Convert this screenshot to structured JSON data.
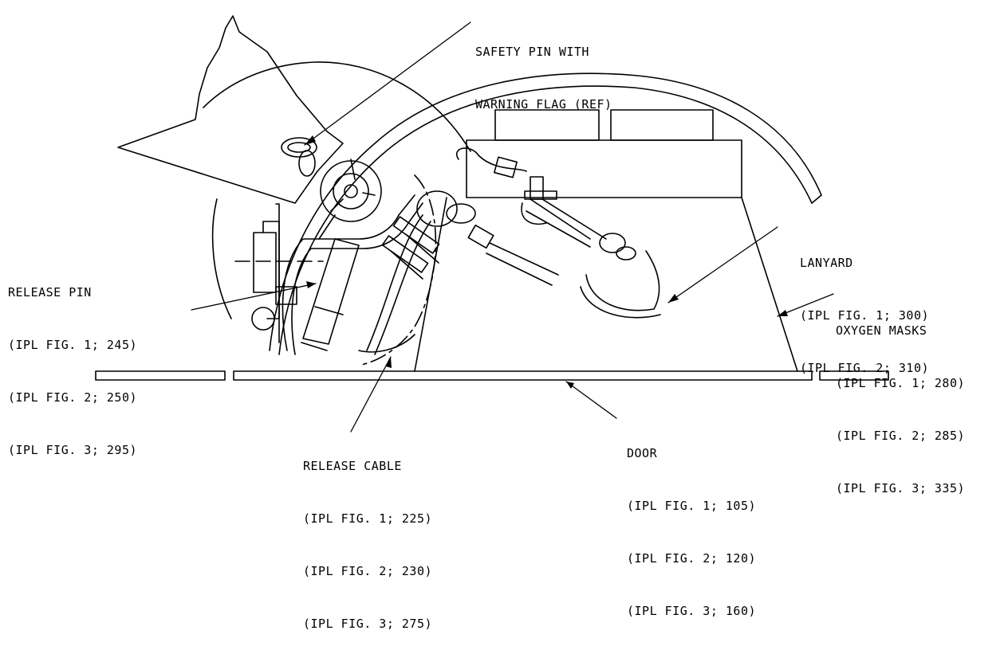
{
  "labels": {
    "safety_pin": [
      "SAFETY PIN WITH",
      "WARNING FLAG (REF)"
    ],
    "release_pin": [
      "RELEASE PIN",
      "(IPL FIG. 1; 245)",
      "(IPL FIG. 2; 250)",
      "(IPL FIG. 3; 295)"
    ],
    "lanyard": [
      "LANYARD",
      "(IPL FIG. 1; 300)",
      "(IPL FIG. 2; 310)"
    ],
    "oxygen_masks": [
      "OXYGEN MASKS",
      "(IPL FIG. 1; 280)",
      "(IPL FIG. 2; 285)",
      "(IPL FIG. 3; 335)"
    ],
    "release_cable": [
      "RELEASE CABLE",
      "(IPL FIG. 1; 225)",
      "(IPL FIG. 2; 230)",
      "(IPL FIG. 3; 275)"
    ],
    "door": [
      "DOOR",
      "(IPL FIG. 1; 105)",
      "(IPL FIG. 2; 120)",
      "(IPL FIG. 3; 160)"
    ]
  },
  "colors": {
    "line": "#000000",
    "background": "#ffffff"
  }
}
